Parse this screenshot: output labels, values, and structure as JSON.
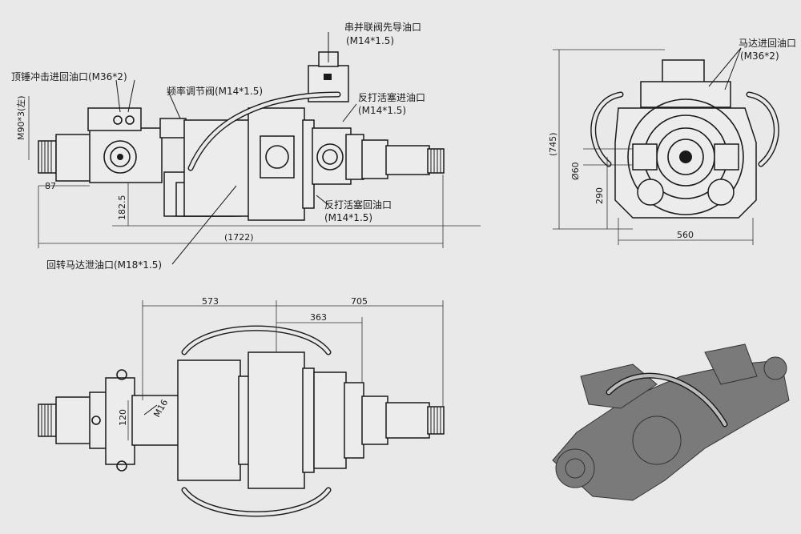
{
  "colors": {
    "background": "#e9e9e9",
    "line": "#1a1a1a"
  },
  "labels": {
    "top_hammer_port": "顶锤冲击进回油口(M36*2)",
    "freq_valve": "频率调节阀(M14*1.5)",
    "series_parallel": "串并联阀先导油口",
    "series_parallel_size": "(M14*1.5)",
    "reverse_in": "反打活塞进油口",
    "reverse_in_size": "(M14*1.5)",
    "reverse_back": "反打活塞回油口",
    "reverse_back_size": "(M14*1.5)",
    "rotary_drain": "回转马达泄油口(M18*1.5)",
    "motor_port": "马达进回油口",
    "motor_port_size": "(M36*2)"
  },
  "dims": {
    "side_m90": "M90*3(左)",
    "side_87": "87",
    "side_1825": "182.5",
    "side_total": "(1722)",
    "front_745": "(745)",
    "front_d60": "Ø60",
    "front_290": "290",
    "front_560": "560",
    "top_573": "573",
    "top_705": "705",
    "top_363": "363",
    "top_120": "120",
    "top_m16": "M16"
  }
}
